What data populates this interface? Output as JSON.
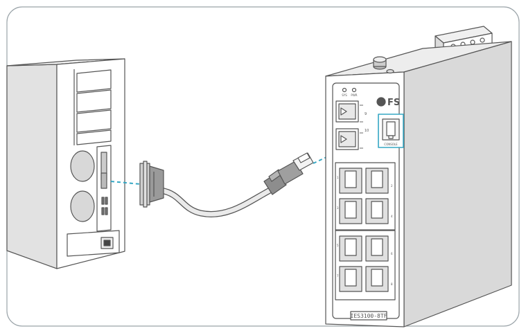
{
  "device": {
    "brand_logo": "FS",
    "model_label": "IES3100-8TF",
    "led_labels": [
      "SYS",
      "PWR"
    ],
    "console_label": "CONSOLE",
    "sfp_labels": [
      "9",
      "10"
    ],
    "port_numbers": [
      "1",
      "2",
      "3",
      "4",
      "5",
      "6",
      "7",
      "8"
    ]
  },
  "colors": {
    "outline": "#555555",
    "fill": "#ffffff",
    "shade": "#dcdcdc",
    "dark_shade": "#9a9a9a",
    "connection_line": "#35a7c4",
    "console_highlight": "#35a7c4",
    "frame": "#9aa3a8"
  },
  "icons": {
    "pc": "desktop-tower-icon",
    "cable": "db9-to-rj45-console-cable-icon",
    "switch": "industrial-din-rail-switch-icon"
  }
}
